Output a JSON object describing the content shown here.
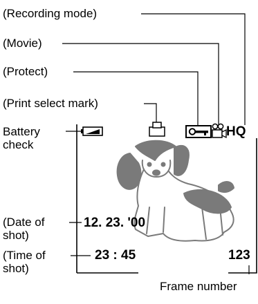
{
  "callouts": {
    "recording_mode": "(Recording mode)",
    "movie": "(Movie)",
    "protect": "(Protect)",
    "print_select_mark": "(Print select mark)",
    "battery_line1": "Battery",
    "battery_line2": "check",
    "date_line1": "(Date of",
    "date_line2": "shot)",
    "time_line1": "(Time of",
    "time_line2": "shot)",
    "frame_number": "Frame number"
  },
  "display": {
    "quality": "HQ",
    "date": "12. 23. '00",
    "time": "23 : 45",
    "frame": "123"
  },
  "icons": [
    "battery-icon",
    "print-select-icon",
    "protect-key-icon",
    "movie-camera-icon"
  ],
  "colors": {
    "line": "#000000",
    "illustration": "#7a7a7a"
  }
}
